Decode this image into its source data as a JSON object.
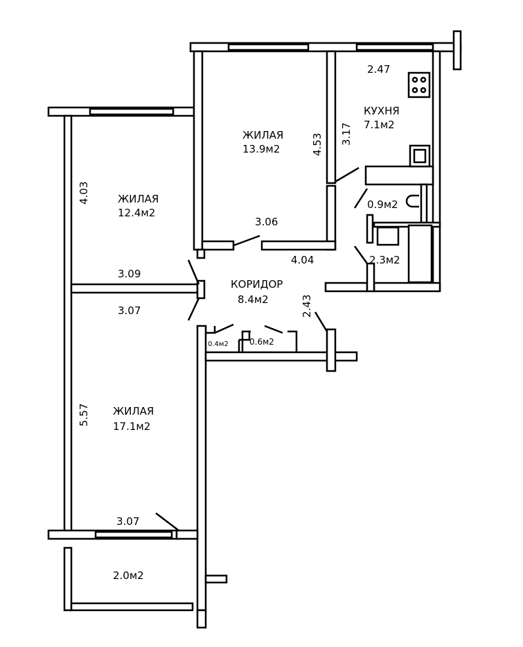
{
  "rooms": {
    "living_top": {
      "name": "ЖИЛАЯ",
      "area": "13.9м2",
      "width": "3.06",
      "depth": "4.53"
    },
    "living_left": {
      "name": "ЖИЛАЯ",
      "area": "12.4м2",
      "width": "3.09",
      "depth": "4.03"
    },
    "living_bottom": {
      "name": "ЖИЛАЯ",
      "area": "17.1м2",
      "width": "3.07",
      "depth": "5.57",
      "top_width": "3.07"
    },
    "kitchen": {
      "name": "КУХНЯ",
      "area": "7.1м2",
      "width": "2.47",
      "depth": "3.17"
    },
    "corridor": {
      "name": "КОРИДОР",
      "area": "8.4м2",
      "width": "4.04",
      "depth": "2.43"
    },
    "toilet": {
      "area": "0.9м2"
    },
    "bathroom": {
      "area": "2.3м2"
    },
    "closet_1": {
      "area": "0.4м2"
    },
    "closet_2": {
      "area": "0.6м2"
    },
    "balcony": {
      "area": "2.0м2"
    }
  }
}
